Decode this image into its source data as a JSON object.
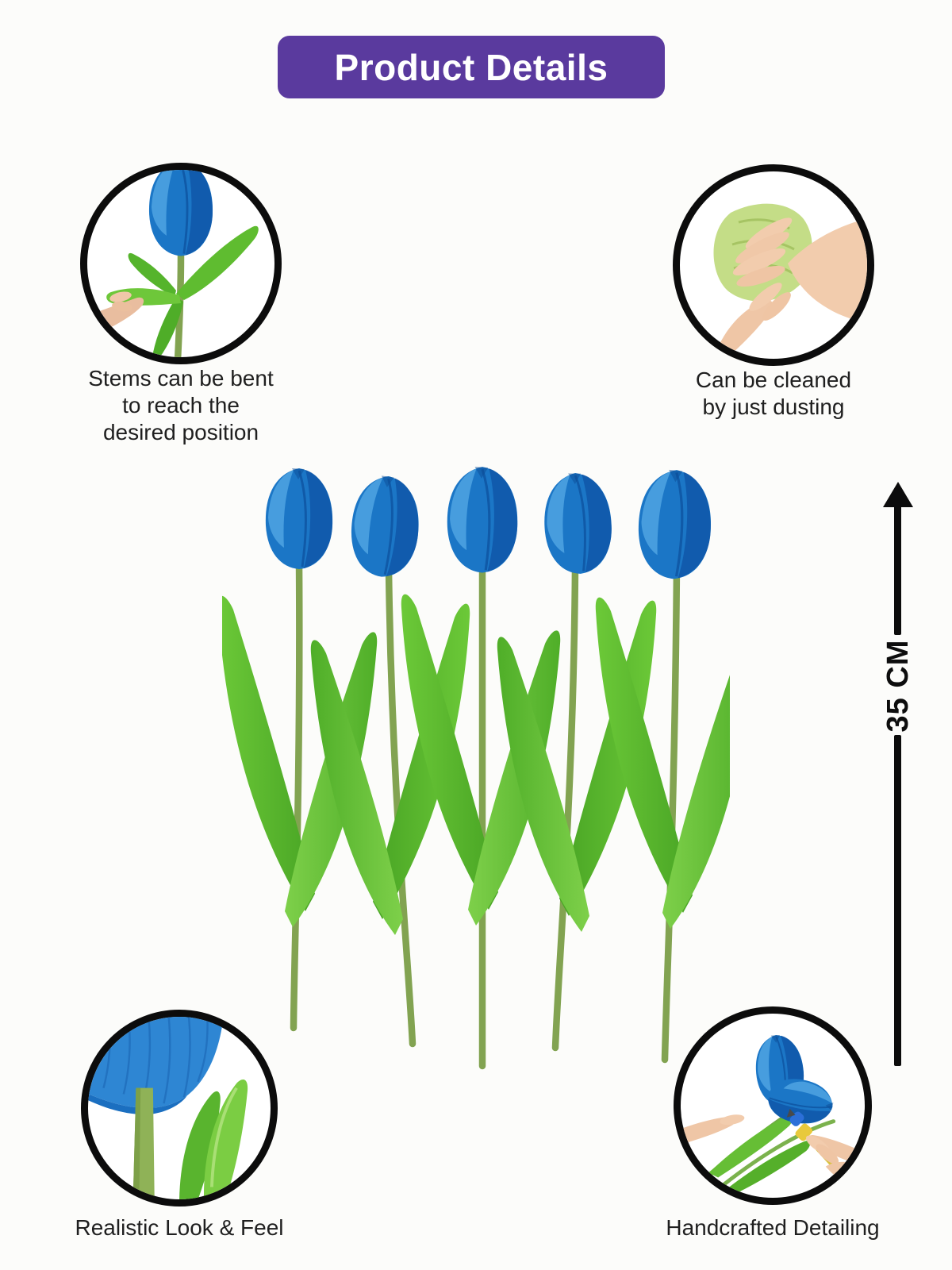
{
  "header": {
    "title": "Product Details",
    "background_color": "#5A3A9E",
    "text_color": "#FFFFFF"
  },
  "features": [
    {
      "name": "bendable-stems",
      "photo": "hand-bending-tulip-stem",
      "lines": [
        "Stems can be bent",
        "to reach the",
        "desired position"
      ]
    },
    {
      "name": "easy-cleaning",
      "photo": "hands-dusting-with-green-cloth",
      "lines": [
        "Can be cleaned",
        "by just dusting"
      ]
    },
    {
      "name": "realistic-finish",
      "photo": "tulip-petal-and-leaf-closeup",
      "lines": [
        "Realistic Look & Feel"
      ]
    },
    {
      "name": "handcrafted",
      "photo": "hands-painting-tulip-details",
      "lines": [
        "Handcrafted Detailing"
      ]
    }
  ],
  "product": {
    "item": "blue artificial tulips",
    "stem_count": 5,
    "petal_color": "#1B76C6",
    "leaf_color": "#5FBC30",
    "stem_color": "#82A351"
  },
  "measurement": {
    "label": "35 CM",
    "arrow_color": "#0C0C0C"
  }
}
